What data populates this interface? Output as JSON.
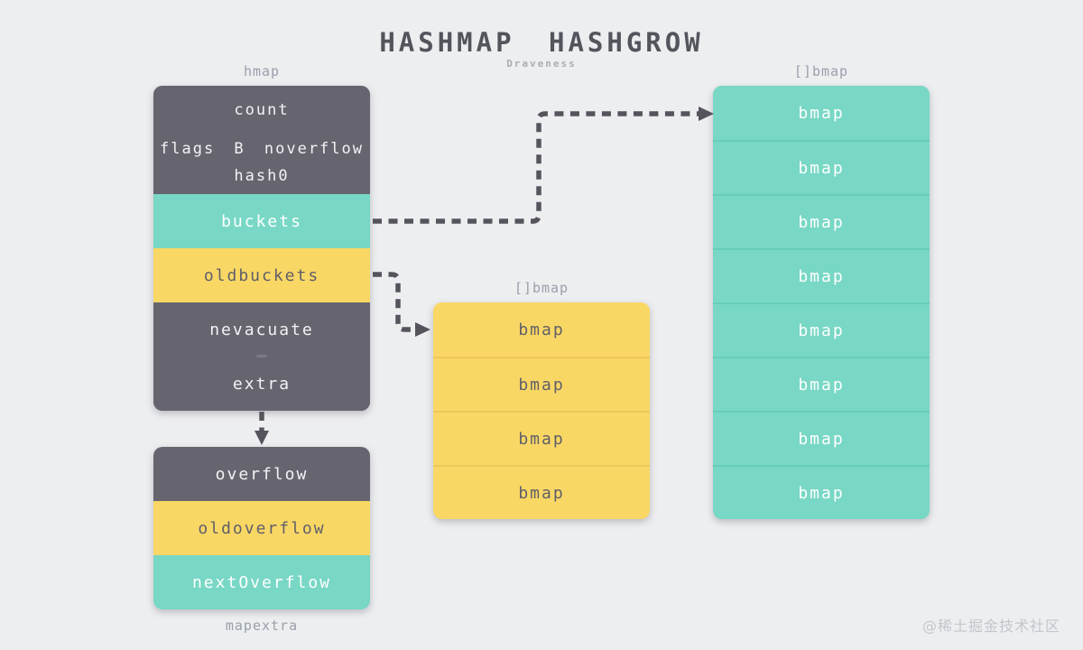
{
  "title": "HASHMAP HASHGROW",
  "subtitle": "Draveness",
  "watermark": "@稀土掘金技术社区",
  "colors": {
    "background": "#edeef0",
    "dark": "#66656f",
    "teal": "#79d7c5",
    "yellow": "#f9d765",
    "arrow": "#55545c",
    "label_gray": "#98a0aa",
    "title_gray": "#54545c"
  },
  "hmap": {
    "label": "hmap",
    "header": {
      "count": "count",
      "flags": "flags",
      "b": "B",
      "noverflow": "noverflow",
      "hash0": "hash0"
    },
    "rows": [
      {
        "label": "buckets",
        "variant": "teal"
      },
      {
        "label": "oldbuckets",
        "variant": "yellow"
      },
      {
        "label": "nevacuate",
        "variant": "dark"
      },
      {
        "label": "extra",
        "variant": "dark"
      }
    ]
  },
  "mapextra": {
    "label": "mapextra",
    "rows": [
      {
        "label": "overflow",
        "variant": "dark"
      },
      {
        "label": "oldoverflow",
        "variant": "yellow"
      },
      {
        "label": "nextOverflow",
        "variant": "teal"
      }
    ]
  },
  "old_bucket_array": {
    "label": "[]bmap",
    "rows": [
      "bmap",
      "bmap",
      "bmap",
      "bmap"
    ]
  },
  "new_bucket_array": {
    "label": "[]bmap",
    "rows": [
      "bmap",
      "bmap",
      "bmap",
      "bmap",
      "bmap",
      "bmap",
      "bmap",
      "bmap"
    ]
  },
  "arrows": {
    "buckets_to_new_array": "buckets → []bmap",
    "oldbuckets_to_old_array": "oldbuckets → []bmap",
    "extra_to_mapextra": "hmap → mapextra"
  }
}
